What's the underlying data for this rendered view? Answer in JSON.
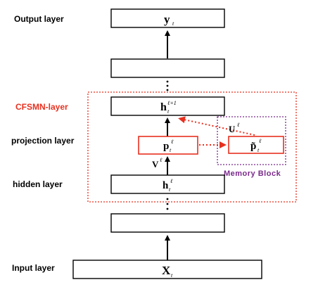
{
  "labels": {
    "output_layer": "Output layer",
    "cfsmn_layer": "CFSMN-layer",
    "projection_layer": "projection layer",
    "hidden_layer": "hidden layer",
    "input_layer": "Input layer",
    "memory_block": "Memory  Block"
  },
  "nodes": {
    "output": {
      "base": "y",
      "sub": "t",
      "sup": ""
    },
    "cfsmn": {
      "base": "h",
      "sub": "t",
      "sup": "ℓ+1"
    },
    "projection": {
      "base": "p",
      "sub": "t",
      "sup": "ℓ"
    },
    "memory": {
      "base": "p̃",
      "sub": "t",
      "sup": "ℓ"
    },
    "hidden": {
      "base": "h",
      "sub": "t",
      "sup": "ℓ"
    },
    "input": {
      "base": "X",
      "sub": "t",
      "sup": ""
    }
  },
  "edges": {
    "V": {
      "base": "V",
      "sup": "ℓ"
    },
    "U": {
      "base": "U",
      "sup": "ℓ"
    }
  },
  "colors": {
    "accent_red": "#e8301f",
    "memory_purple": "#7a2a8c"
  }
}
